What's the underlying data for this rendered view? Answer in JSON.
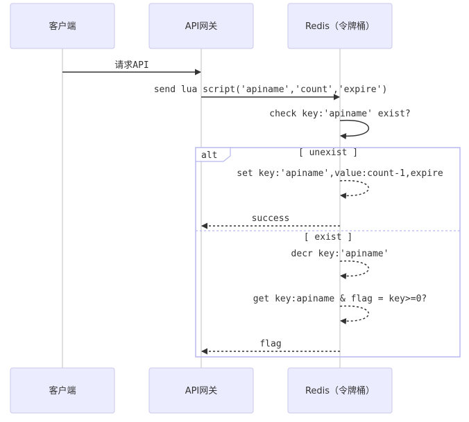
{
  "actors": [
    {
      "label": "客户端"
    },
    {
      "label": "API网关"
    },
    {
      "label": "Redis（令牌桶）"
    }
  ],
  "messages": [
    {
      "text": "请求API"
    },
    {
      "text": "send lua script('apiname','count','expire')"
    },
    {
      "text": "check key:'apiname' exist?"
    },
    {
      "text": "set key:'apiname',value:count-1,expire"
    },
    {
      "text": "success"
    },
    {
      "text": "decr key:'apiname'"
    },
    {
      "text": "get key:apiname & flag = key>=0?"
    },
    {
      "text": "flag"
    }
  ],
  "alt_frame": {
    "tag": "alt",
    "condition_1": "[ unexist ]",
    "condition_2": "[ exist ]"
  }
}
